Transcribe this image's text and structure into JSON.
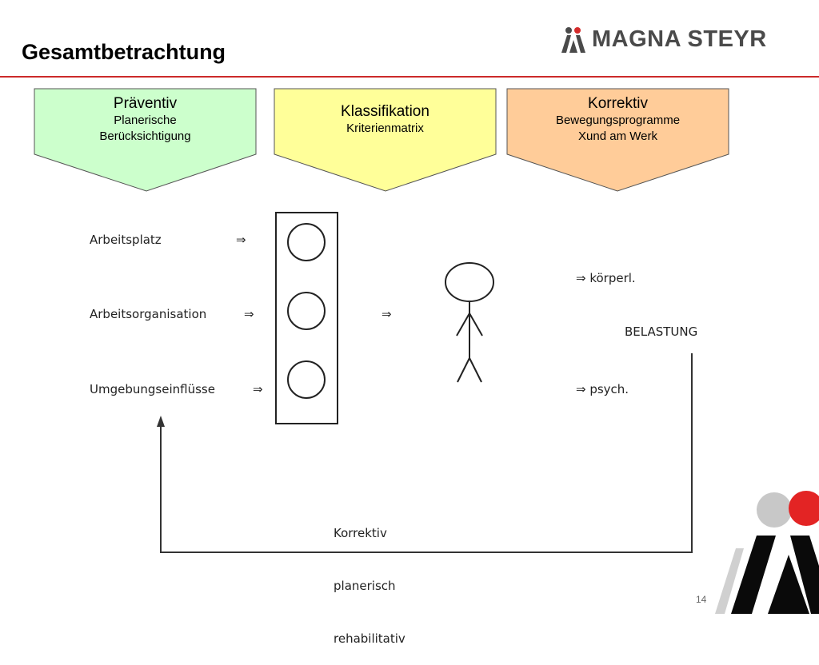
{
  "title": "Gesamtbetrachtung",
  "logo_text": "MAGNA STEYR",
  "colors": {
    "accent_red": "#cc2a2a",
    "green": "#ccffcc",
    "yellow": "#ffff99",
    "orange": "#ffcc99"
  },
  "boxes": [
    {
      "heading": "Präventiv",
      "line1": "Planerische",
      "line2": "Berücksichtigung"
    },
    {
      "heading": "Klassifikation",
      "line1": "Kriterienmatrix",
      "line2": ""
    },
    {
      "heading": "Korrektiv",
      "line1": "Bewegungsprogramme",
      "line2": "Xund am Werk"
    }
  ],
  "diagram": {
    "inputs": [
      "Arbeitsplatz",
      "Arbeitsorganisation",
      "Umgebungseinflüsse"
    ],
    "arrow_glyph": "⇒",
    "output_koerperl": "⇒ körperl.",
    "output_psych": "⇒ psych.",
    "belastung": "BELASTUNG",
    "feedback_lines": [
      "Korrektiv",
      "planerisch",
      "rehabilitativ"
    ]
  },
  "page_number": "14"
}
